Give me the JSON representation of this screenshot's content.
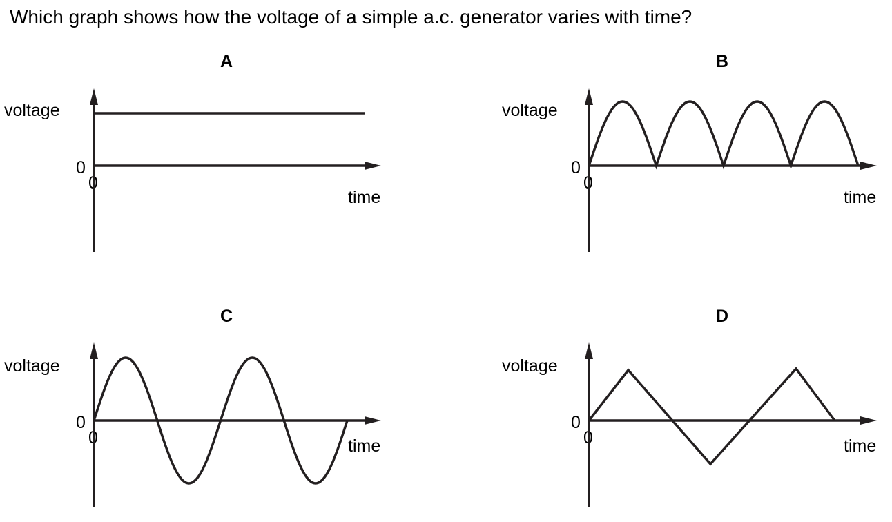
{
  "question": "Which graph shows how the voltage of a simple a.c. generator varies with time?",
  "graphs": [
    {
      "letter": "A",
      "y_label": "voltage",
      "x_label": "time",
      "zero_left": "0",
      "zero_below": "0",
      "shape": "constant"
    },
    {
      "letter": "B",
      "y_label": "voltage",
      "x_label": "time",
      "zero_left": "0",
      "zero_below": "0",
      "shape": "rectified-sine"
    },
    {
      "letter": "C",
      "y_label": "voltage",
      "x_label": "time",
      "zero_left": "0",
      "zero_below": "0",
      "shape": "sine"
    },
    {
      "letter": "D",
      "y_label": "voltage",
      "x_label": "time",
      "zero_left": "0",
      "zero_below": "0",
      "shape": "triangle"
    }
  ]
}
